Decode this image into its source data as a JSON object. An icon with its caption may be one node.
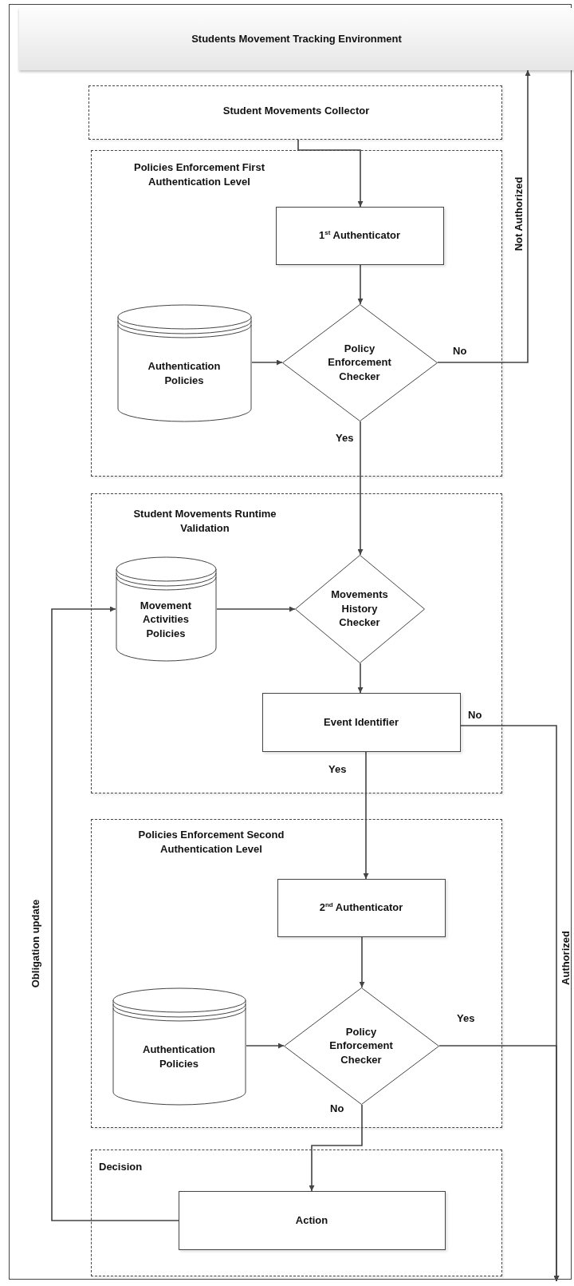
{
  "diagram": {
    "nodes": [
      {
        "text": [
          "Students Movement Tracking Environment"
        ]
      },
      {
        "text": [
          "Student Movements Collector"
        ]
      },
      {
        "text": [
          "Policies Enforcement First Authentication Level"
        ]
      },
      {
        "text": [
          "1$^{st}$ Authenticator"
        ],
        "in": 2
      },
      {
        "text": [
          "Authentication Policies"
        ],
        "in": 2
      },
      {
        "text": [
          "Policy Enforcement Checker"
        ],
        "in": 2
      },
      {
        "text": [
          "Student Movements Runtime Validation"
        ]
      },
      {
        "text": [
          "Movement Activities Policies"
        ],
        "in": 6
      },
      {
        "text": [
          "Movements History Checker"
        ],
        "in": 6
      },
      {
        "text": [
          "Event Identifier"
        ],
        "in": 6
      },
      {
        "text": [
          "Policies Enforcement Second Authentication Level"
        ]
      },
      {
        "text": [
          "2$^{nd}$ Authenticator"
        ],
        "in": 10
      },
      {
        "text": [
          "Authentication Policies"
        ],
        "in": 10
      },
      {
        "text": [
          "Policy Enforcement Checker"
        ],
        "in": 10
      },
      {
        "text": [
          "Decision"
        ]
      },
      {
        "text": [
          "Action"
        ],
        "in": 14
      }
    ],
    "edges": [
      {
        "from": 1,
        "to": 3,
        "arrow": "to"
      },
      {
        "from": 3,
        "to": 5,
        "arrow": "to"
      },
      {
        "from": 4,
        "to": 5,
        "arrow": "to"
      },
      {
        "from": 5,
        "to": 0,
        "arrow": "to",
        "label": "No"
      },
      {
        "from": 5,
        "to": 8,
        "arrow": "to",
        "label": "Yes"
      },
      {
        "from": 7,
        "to": 8,
        "arrow": "to"
      },
      {
        "from": 8,
        "to": 9,
        "arrow": "to"
      },
      {
        "from": 9,
        "to": 11,
        "arrow": "to",
        "label": "Yes"
      },
      {
        "from": 11,
        "to": 13,
        "arrow": "to"
      },
      {
        "from": 12,
        "to": 13,
        "arrow": "to"
      },
      {
        "from": 13,
        "to": 15,
        "arrow": "to",
        "label": "No"
      },
      {
        "from": 15,
        "to": 7,
        "arrow": "to"
      },
      {
        "from": 9,
        "to": null,
        "arrow": "to",
        "label": "No"
      },
      {
        "from": 13,
        "to": null,
        "arrow": "to",
        "label": "Yes"
      }
    ],
    "labels": [
      "Not Authorized",
      "Obligation update",
      "Authorized"
    ]
  }
}
